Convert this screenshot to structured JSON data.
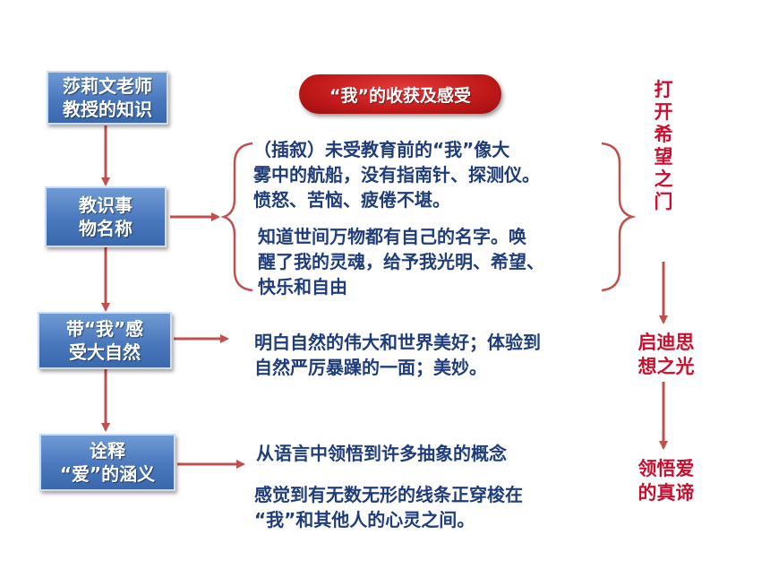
{
  "boxes": {
    "teacher": [
      "莎莉文老师",
      "教授的知识"
    ],
    "naming": [
      "教识事",
      "物名称"
    ],
    "nature": [
      "带“我”感",
      "受大自然"
    ],
    "love": [
      "诠释",
      "“爱”的涵义"
    ]
  },
  "header": {
    "pill_label": "“我”的收获及感受"
  },
  "notes": {
    "before_lines": [
      "（插叙）未受教育前的“我”像大",
      "雾中的航船，没有指南针、探测仪。",
      "愤怒、苦恼、疲倦不堪。"
    ],
    "after_lines": [
      "知道世间万物都有自己的名字。唤",
      "醒了我的灵魂，给予我光明、希望、",
      "快乐和自由"
    ],
    "nature_lines": [
      "明白自然的伟大和世界美好；体验到",
      "自然严厉暴躁的一面；美妙。"
    ],
    "love_line1": "从语言中领悟到许多抽象的概念",
    "love_lines2": [
      "感觉到有无数无形的线条正穿梭在",
      "“我”和其他人的心灵之间。"
    ]
  },
  "stages": {
    "hope_chars": [
      "打",
      "开",
      "希",
      "望",
      "之",
      "门"
    ],
    "enlighten": [
      "启迪思",
      "想之光"
    ],
    "truth": [
      "领悟爱",
      "的真谛"
    ]
  },
  "colors": {
    "box_blue": "#4a78bd",
    "arrow_red": "#c0504d",
    "pill_red": "#c21a1a",
    "text_navy": "#1f3d7a",
    "accent_red": "#c8102e"
  }
}
